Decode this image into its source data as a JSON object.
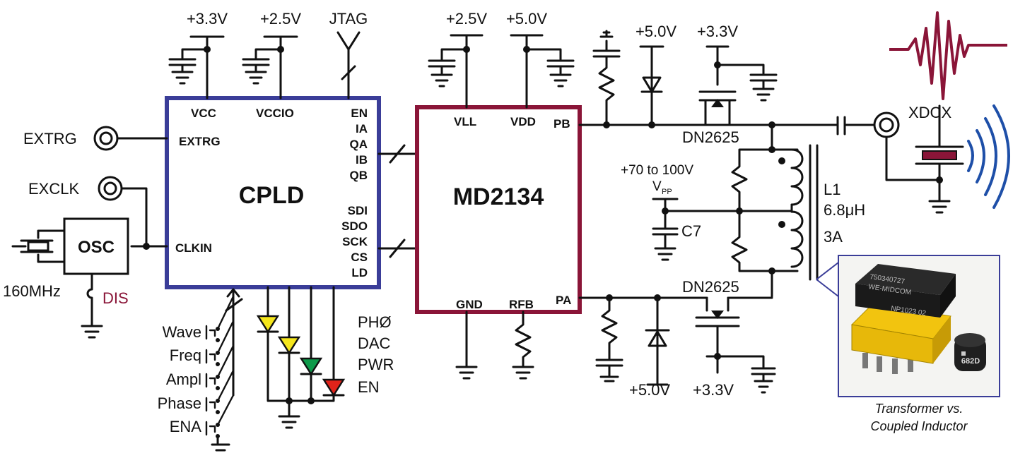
{
  "colors": {
    "cpld_border": "#3a3d98",
    "md_border": "#8a1538",
    "wave": "#8a1538",
    "sound_waves": "#1e4fa8",
    "led_yellow": "#f5e61c",
    "led_green": "#0e9a4a",
    "led_red": "#e2231a",
    "dis_text": "#8a1538"
  },
  "cpld": {
    "name": "CPLD",
    "pins_top": [
      "VCC",
      "VCCIO"
    ],
    "pins_left": [
      "EXTRG",
      "CLKIN"
    ],
    "pins_right": [
      "EN",
      "IA",
      "QA",
      "IB",
      "QB",
      "SDI",
      "SDO",
      "SCK",
      "CS",
      "LD"
    ]
  },
  "md": {
    "name": "MD2134",
    "pins": {
      "vll": "VLL",
      "vdd": "VDD",
      "pb": "PB",
      "gnd": "GND",
      "rfb": "RFB",
      "pa": "PA"
    }
  },
  "supplies": {
    "v33": "+3.3V",
    "v25": "+2.5V",
    "jtag": "JTAG",
    "v50": "+5.0V"
  },
  "inputs": {
    "extrg": "EXTRG",
    "exclk": "EXCLK",
    "osc": "OSC",
    "freq": "160MHz",
    "dis": "DIS"
  },
  "switches": [
    "Wave",
    "Freq",
    "Ampl",
    "Phase",
    "ENA"
  ],
  "leds": [
    "PHØ",
    "DAC",
    "PWR",
    "EN"
  ],
  "output": {
    "mosfet": "DN2625",
    "vpp_range": "+70 to 100V",
    "vpp": "V",
    "vpp_sub": "PP",
    "c7": "C7",
    "l1": "L1",
    "l1_value": "6.8μH",
    "l1_current": "3A",
    "xdcx": "XDCX"
  },
  "photo": {
    "label_top": "750340727",
    "label_mid": "WE-MIDCOM",
    "label_bot": "NP1023  02",
    "inductor_label": "682D",
    "caption_line1": "Transformer vs.",
    "caption_line2": "Coupled Inductor"
  }
}
